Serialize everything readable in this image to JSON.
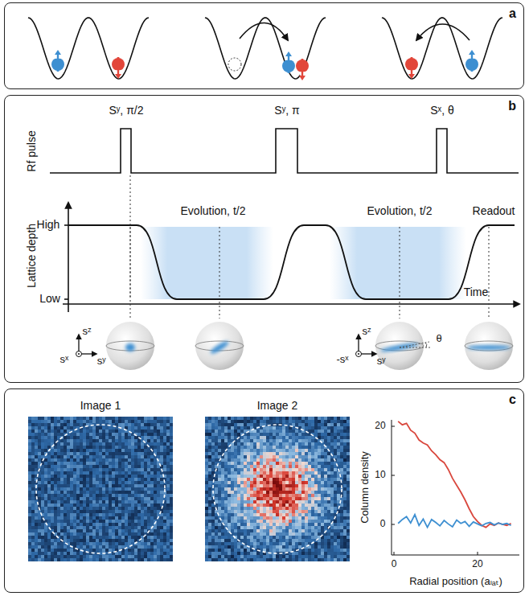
{
  "diagram": {
    "nodes": [
      {
        "text": [
          "a"
        ]
      },
      {
        "text": [
          "b"
        ]
      },
      {
        "text": [
          "c"
        ]
      }
    ],
    "labels": [
      "Rf pulse",
      "Sʸ, π/2",
      "Sʸ, π",
      "Sˣ, θ",
      "Lattice depth",
      "High",
      "Low",
      "Evolution, t/2",
      "Evolution, t/2",
      "Readout",
      "Time",
      "sᶻ",
      "sˣ",
      "sʸ",
      "sᶻ",
      "-sˣ",
      "sʸ",
      "θ",
      "Image 1",
      "Image 2",
      "20",
      "10",
      "0",
      "0",
      "20",
      "Radial position (aₗₐₜ)",
      "Column density"
    ]
  }
}
